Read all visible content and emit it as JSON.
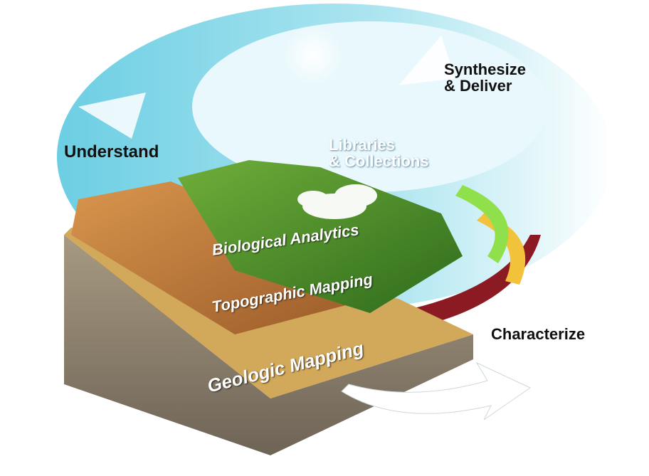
{
  "diagram": {
    "labels": {
      "synthesize": [
        "Synthesize",
        "& Deliver"
      ],
      "libraries": [
        "Libraries",
        "& Collections"
      ],
      "understand": "Understand",
      "characterize": "Characterize",
      "biological": "Biological Analytics",
      "topographic": "Topographic Mapping",
      "geologic": "Geologic Mapping"
    },
    "colors": {
      "cyan_ring": "#7fd3e6",
      "green_ring": "#8fe04a",
      "yellow_ring": "#f2c33a",
      "red_ring": "#8c1a22",
      "terrain": "#c07a3c",
      "vegetation": "#4f8f2a",
      "rock": "#8d8270"
    }
  }
}
